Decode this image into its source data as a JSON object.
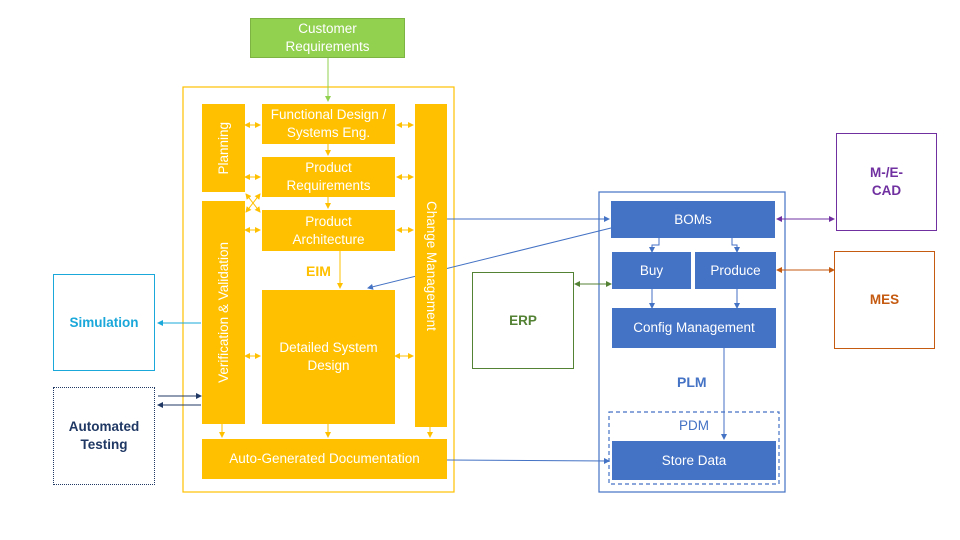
{
  "colors": {
    "orange": "#ffc000",
    "blue": "#4472c4",
    "green": "#92d050",
    "simulation": "#1aa7d9",
    "automated_testing": "#1f3864",
    "erp": "#548235",
    "cad": "#7030a0",
    "mes": "#c55a11"
  },
  "customer_requirements": "Customer Requirements",
  "eim": {
    "label": "EIM",
    "planning": "Planning",
    "functional_design": "Functional Design / Systems Eng.",
    "product_requirements": "Product Requirements",
    "product_architecture": "Product Architecture",
    "verification_validation": "Verification & Validation",
    "detailed_system_design": "Detailed System Design",
    "change_management": "Change Management",
    "auto_generated_documentation": "Auto-Generated Documentation"
  },
  "simulation": "Simulation",
  "automated_testing": "Automated Testing",
  "erp": "ERP",
  "plm": {
    "label": "PLM",
    "boms": "BOMs",
    "buy": "Buy",
    "produce": "Produce",
    "config_management": "Config Management",
    "pdm_label": "PDM",
    "store_data": "Store Data"
  },
  "cad": "M-/E-CAD",
  "mes": "MES"
}
